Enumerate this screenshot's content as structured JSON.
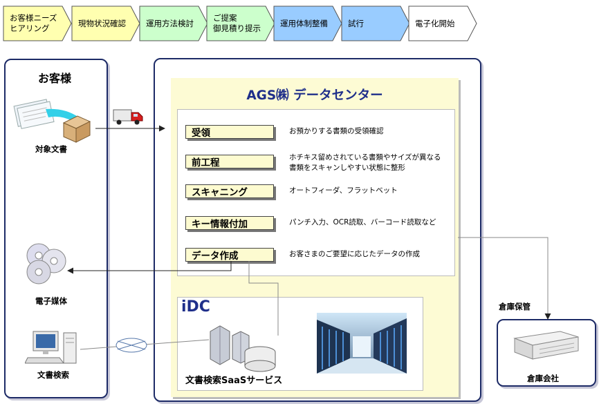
{
  "flow_steps": [
    {
      "label": "お客様ニーズ\nヒアリング",
      "fill": "#ffffb0"
    },
    {
      "label": "現物状況確認",
      "fill": "#ffffb0"
    },
    {
      "label": "運用方法検討",
      "fill": "#ccffcc"
    },
    {
      "label": "ご提案\n御見積り提示",
      "fill": "#ccffcc"
    },
    {
      "label": "運用体制整備",
      "fill": "#99ccff"
    },
    {
      "label": "試行",
      "fill": "#99ccff"
    },
    {
      "label": "電子化開始",
      "fill": "#ffffff"
    }
  ],
  "customer": {
    "title": "お客様",
    "documents_label": "対象文書",
    "media_label": "電子媒体",
    "search_label": "文書検索"
  },
  "center": {
    "title": "AGS㈱ データセンター",
    "processes": [
      {
        "name": "受領",
        "desc": "お預かりする書類の受領確認"
      },
      {
        "name": "前工程",
        "desc": "ホチキス留めされている書類やサイズが異なる\n書類をスキャンしやすい状態に整形"
      },
      {
        "name": "スキャニング",
        "desc": "オートフィーダ、フラットベット"
      },
      {
        "name": "キー情報付加",
        "desc": "パンチ入力、OCR読取、バーコード読取など"
      },
      {
        "name": "データ作成",
        "desc": "お客さまのご要望に応じたデータの作成"
      }
    ],
    "idc": {
      "title": "iDC",
      "service_label": "文書検索SaaSサービス"
    }
  },
  "warehouse": {
    "storage_label": "倉庫保管",
    "company_label": "倉庫会社"
  },
  "colors": {
    "panel_border": "#1c2a66",
    "center_fill": "#fdfbd4",
    "process_fill": "#fdfbd0",
    "title_blue": "#1f2f8a"
  }
}
